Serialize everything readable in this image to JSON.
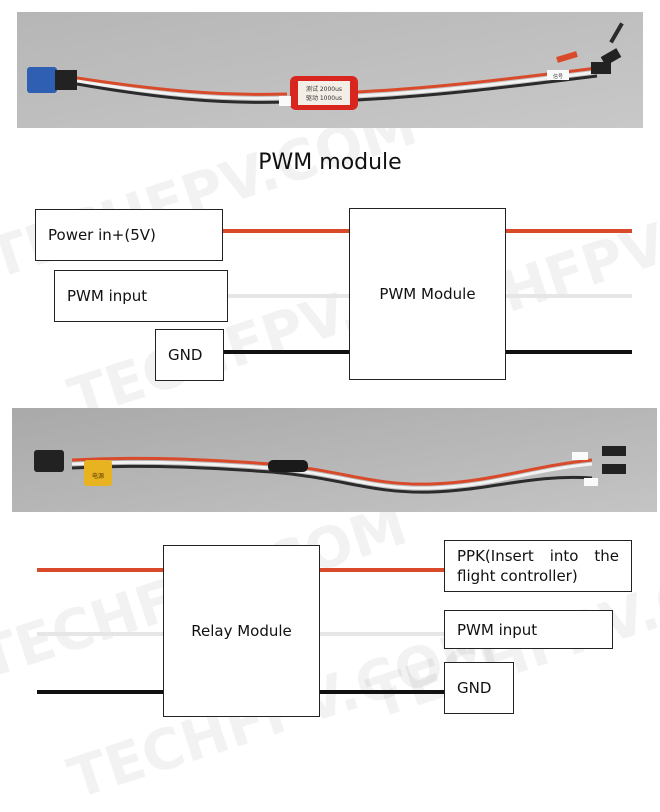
{
  "top_section": {
    "title": "PWM module",
    "photo_label": {
      "line1": "测试 2000us",
      "line2": "驱动 1000us",
      "tag": "信号"
    },
    "labels": {
      "power_in": "Power in+(5V)",
      "pwm_input": "PWM input",
      "gnd": "GND"
    },
    "module": "PWM Module"
  },
  "bottom_section": {
    "photo_tag": "电源",
    "module": "Relay Module",
    "labels": {
      "ppk_line1": "PPK(Insert into the",
      "ppk_line2": "flight controller)",
      "pwm_input": "PWM input",
      "gnd": "GND"
    }
  },
  "watermark": "TECHFPV.COM",
  "colors": {
    "red_wire": "#d94a2a",
    "white_wire": "#e6e6e6",
    "black_wire": "#111111"
  }
}
